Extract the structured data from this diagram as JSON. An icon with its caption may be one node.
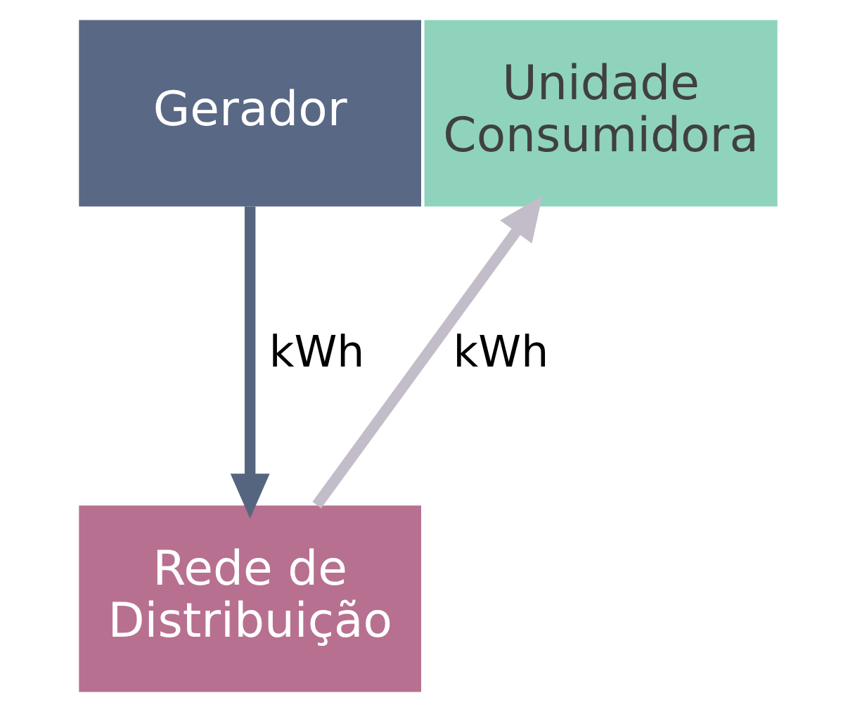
{
  "diagram": {
    "nodes": [
      {
        "text": [
          "Gerador"
        ]
      },
      {
        "text": [
          "Unidade Consumidora"
        ]
      },
      {
        "text": [
          "Rede de Distribuição"
        ]
      }
    ],
    "edges": [
      {
        "from": 0,
        "to": 2,
        "arrow": "to",
        "label": "kWh",
        "color": "#56657f"
      },
      {
        "from": 2,
        "to": 1,
        "arrow": "to",
        "label": "kWh",
        "color": "#c3bdc9"
      }
    ]
  }
}
